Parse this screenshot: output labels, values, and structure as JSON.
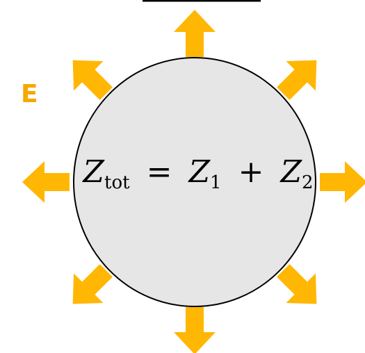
{
  "labels": {
    "energy": "E"
  },
  "formula": {
    "lhs_var": "Z",
    "lhs_sub": "tot",
    "equals": "=",
    "term1_var": "Z",
    "term1_sub": "1",
    "plus": "+",
    "term2_var": "Z",
    "term2_sub": "2"
  },
  "colors": {
    "arrow": "#FFB703",
    "circle_fill": "#E6E6E6",
    "circle_stroke": "#000000",
    "text": "#000000",
    "label": "#F5A800"
  },
  "arrows": {
    "count": 8,
    "directions_deg": [
      0,
      45,
      90,
      135,
      180,
      225,
      270,
      315
    ]
  }
}
